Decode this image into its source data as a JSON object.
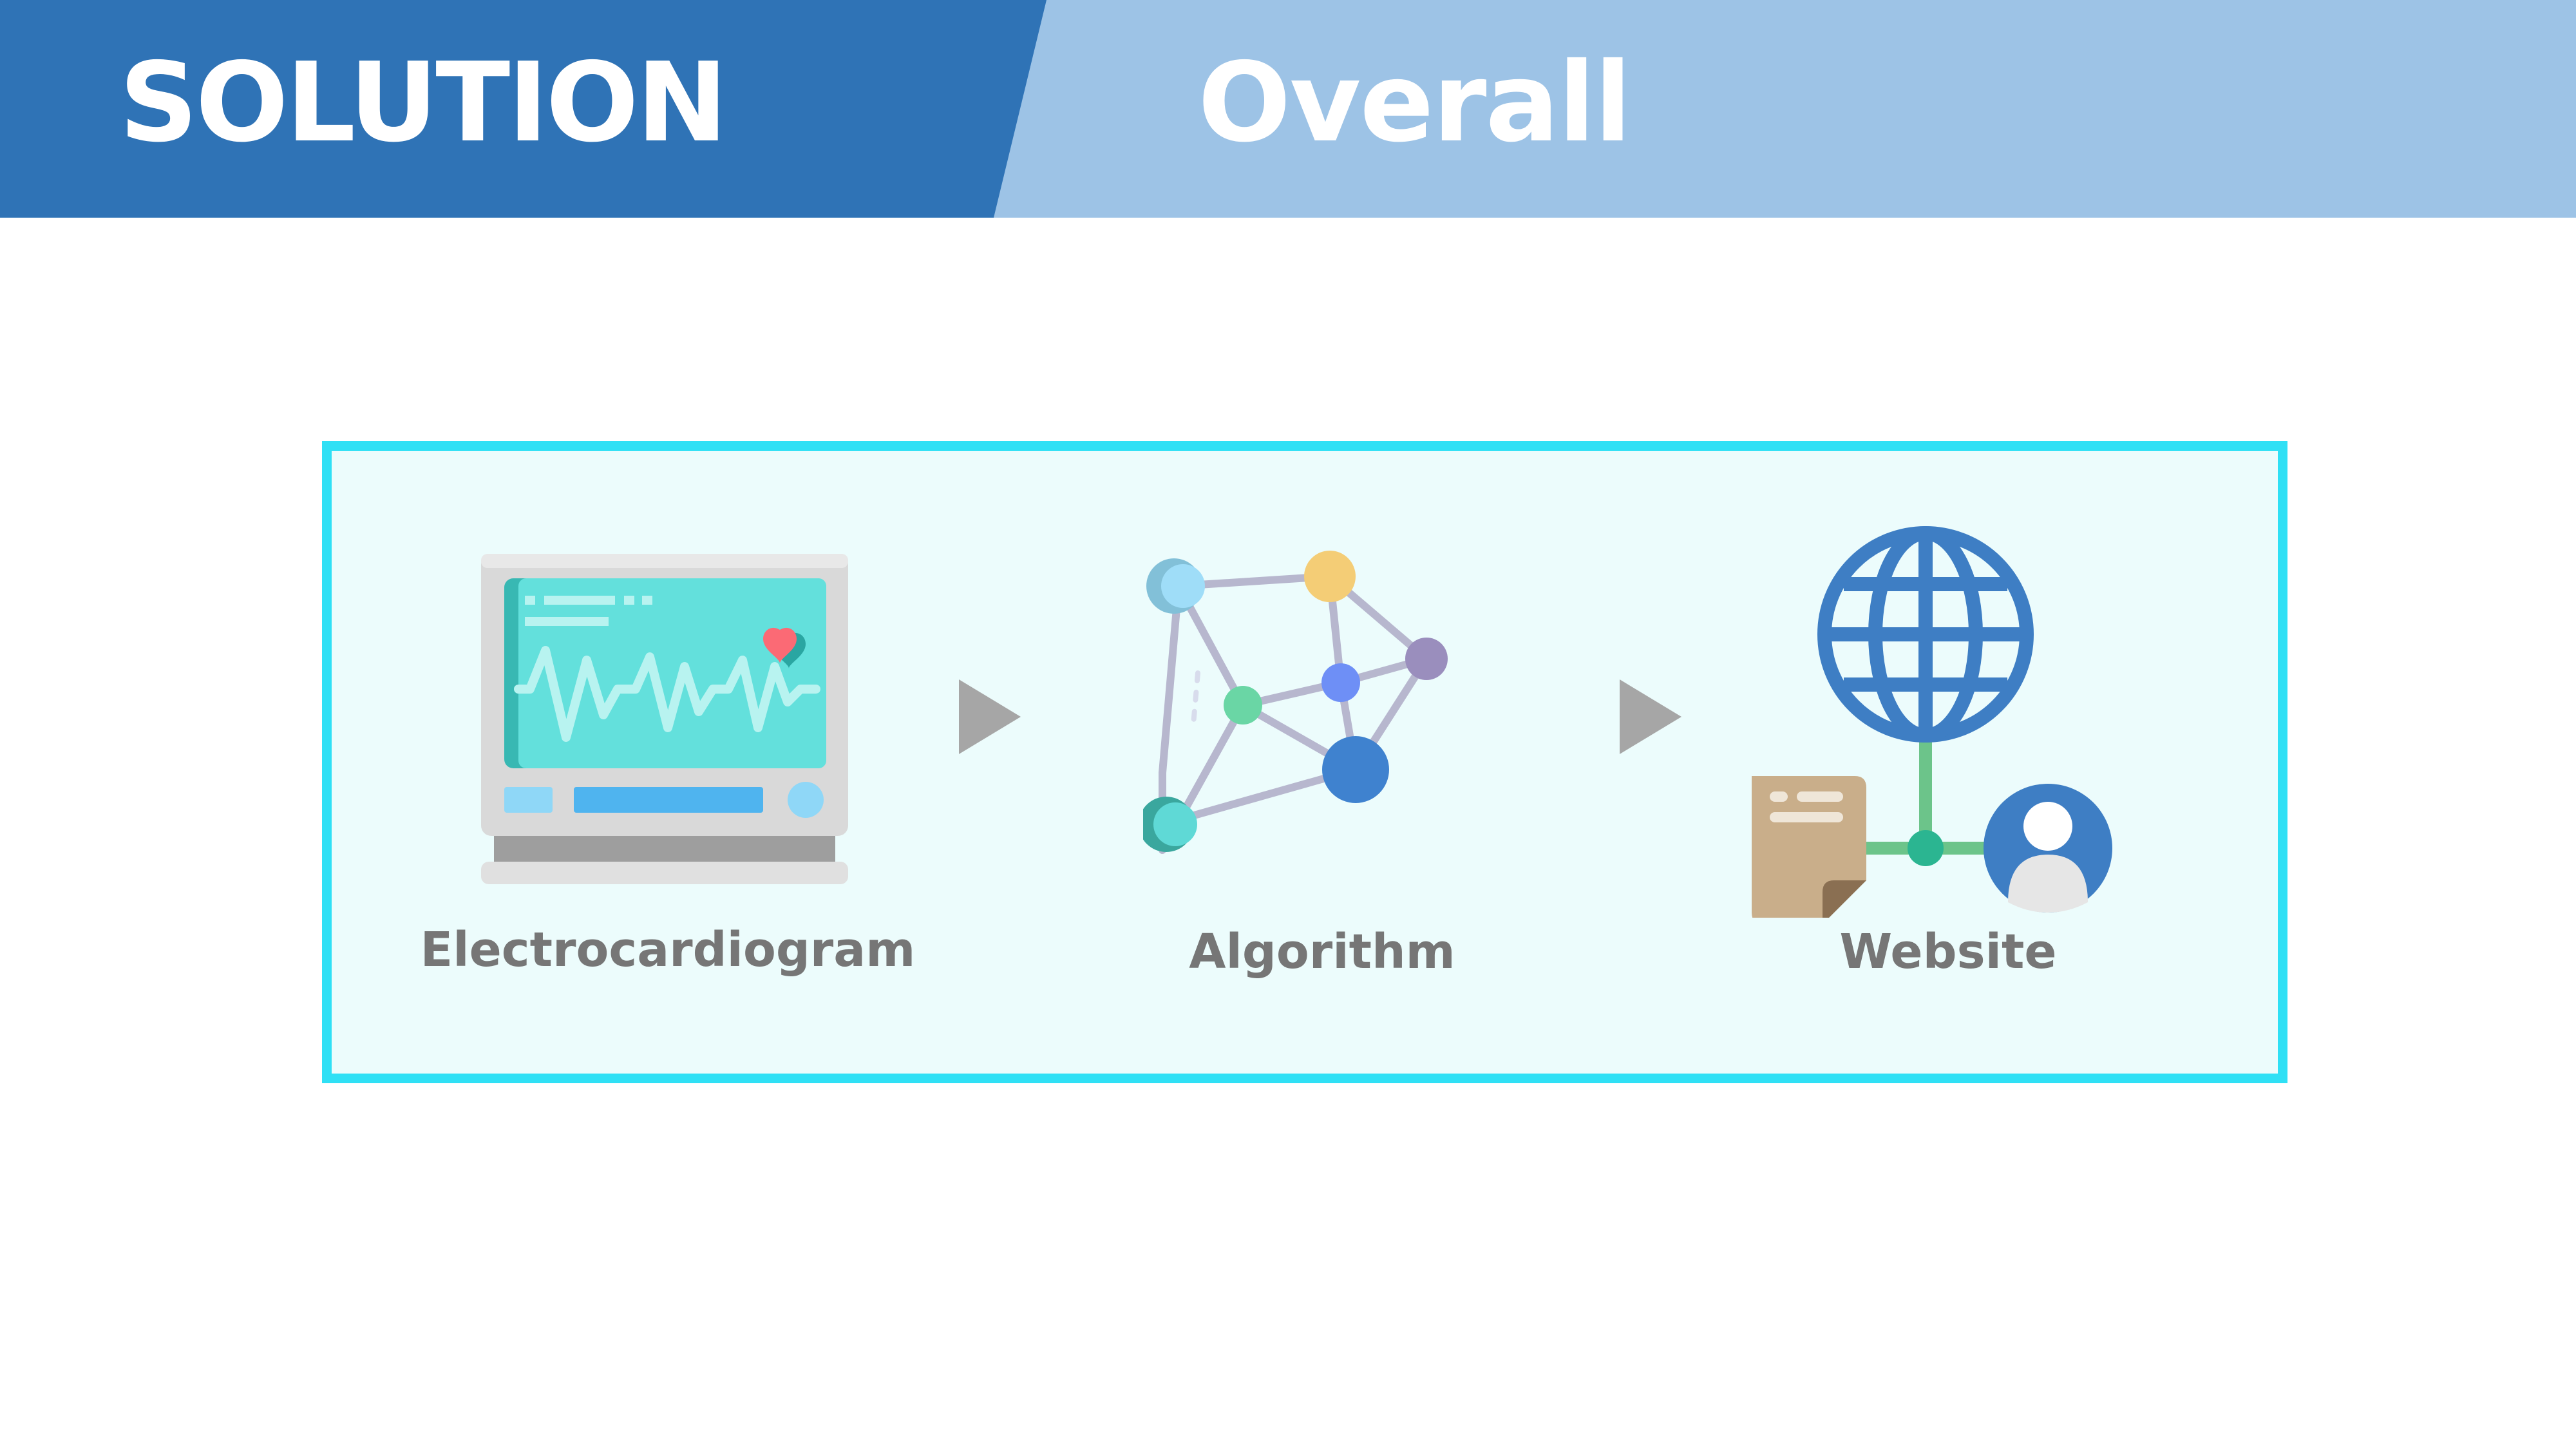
{
  "header": {
    "section_title": "SOLUTION",
    "subtitle": "Overall",
    "colors": {
      "primary": "#2f73b6",
      "secondary": "#9dc3e6"
    }
  },
  "flow": {
    "steps": [
      {
        "label": "Electrocardiogram",
        "icon": "ecg-monitor-icon"
      },
      {
        "label": "Algorithm",
        "icon": "network-graph-icon"
      },
      {
        "label": "Website",
        "icon": "globe-user-document-icon"
      }
    ],
    "connector_icon": "play-arrow-icon",
    "colors": {
      "border": "#2fe0f5",
      "background": "#ecfcfc",
      "arrow": "#a6a6a6",
      "label": "#767676"
    }
  }
}
